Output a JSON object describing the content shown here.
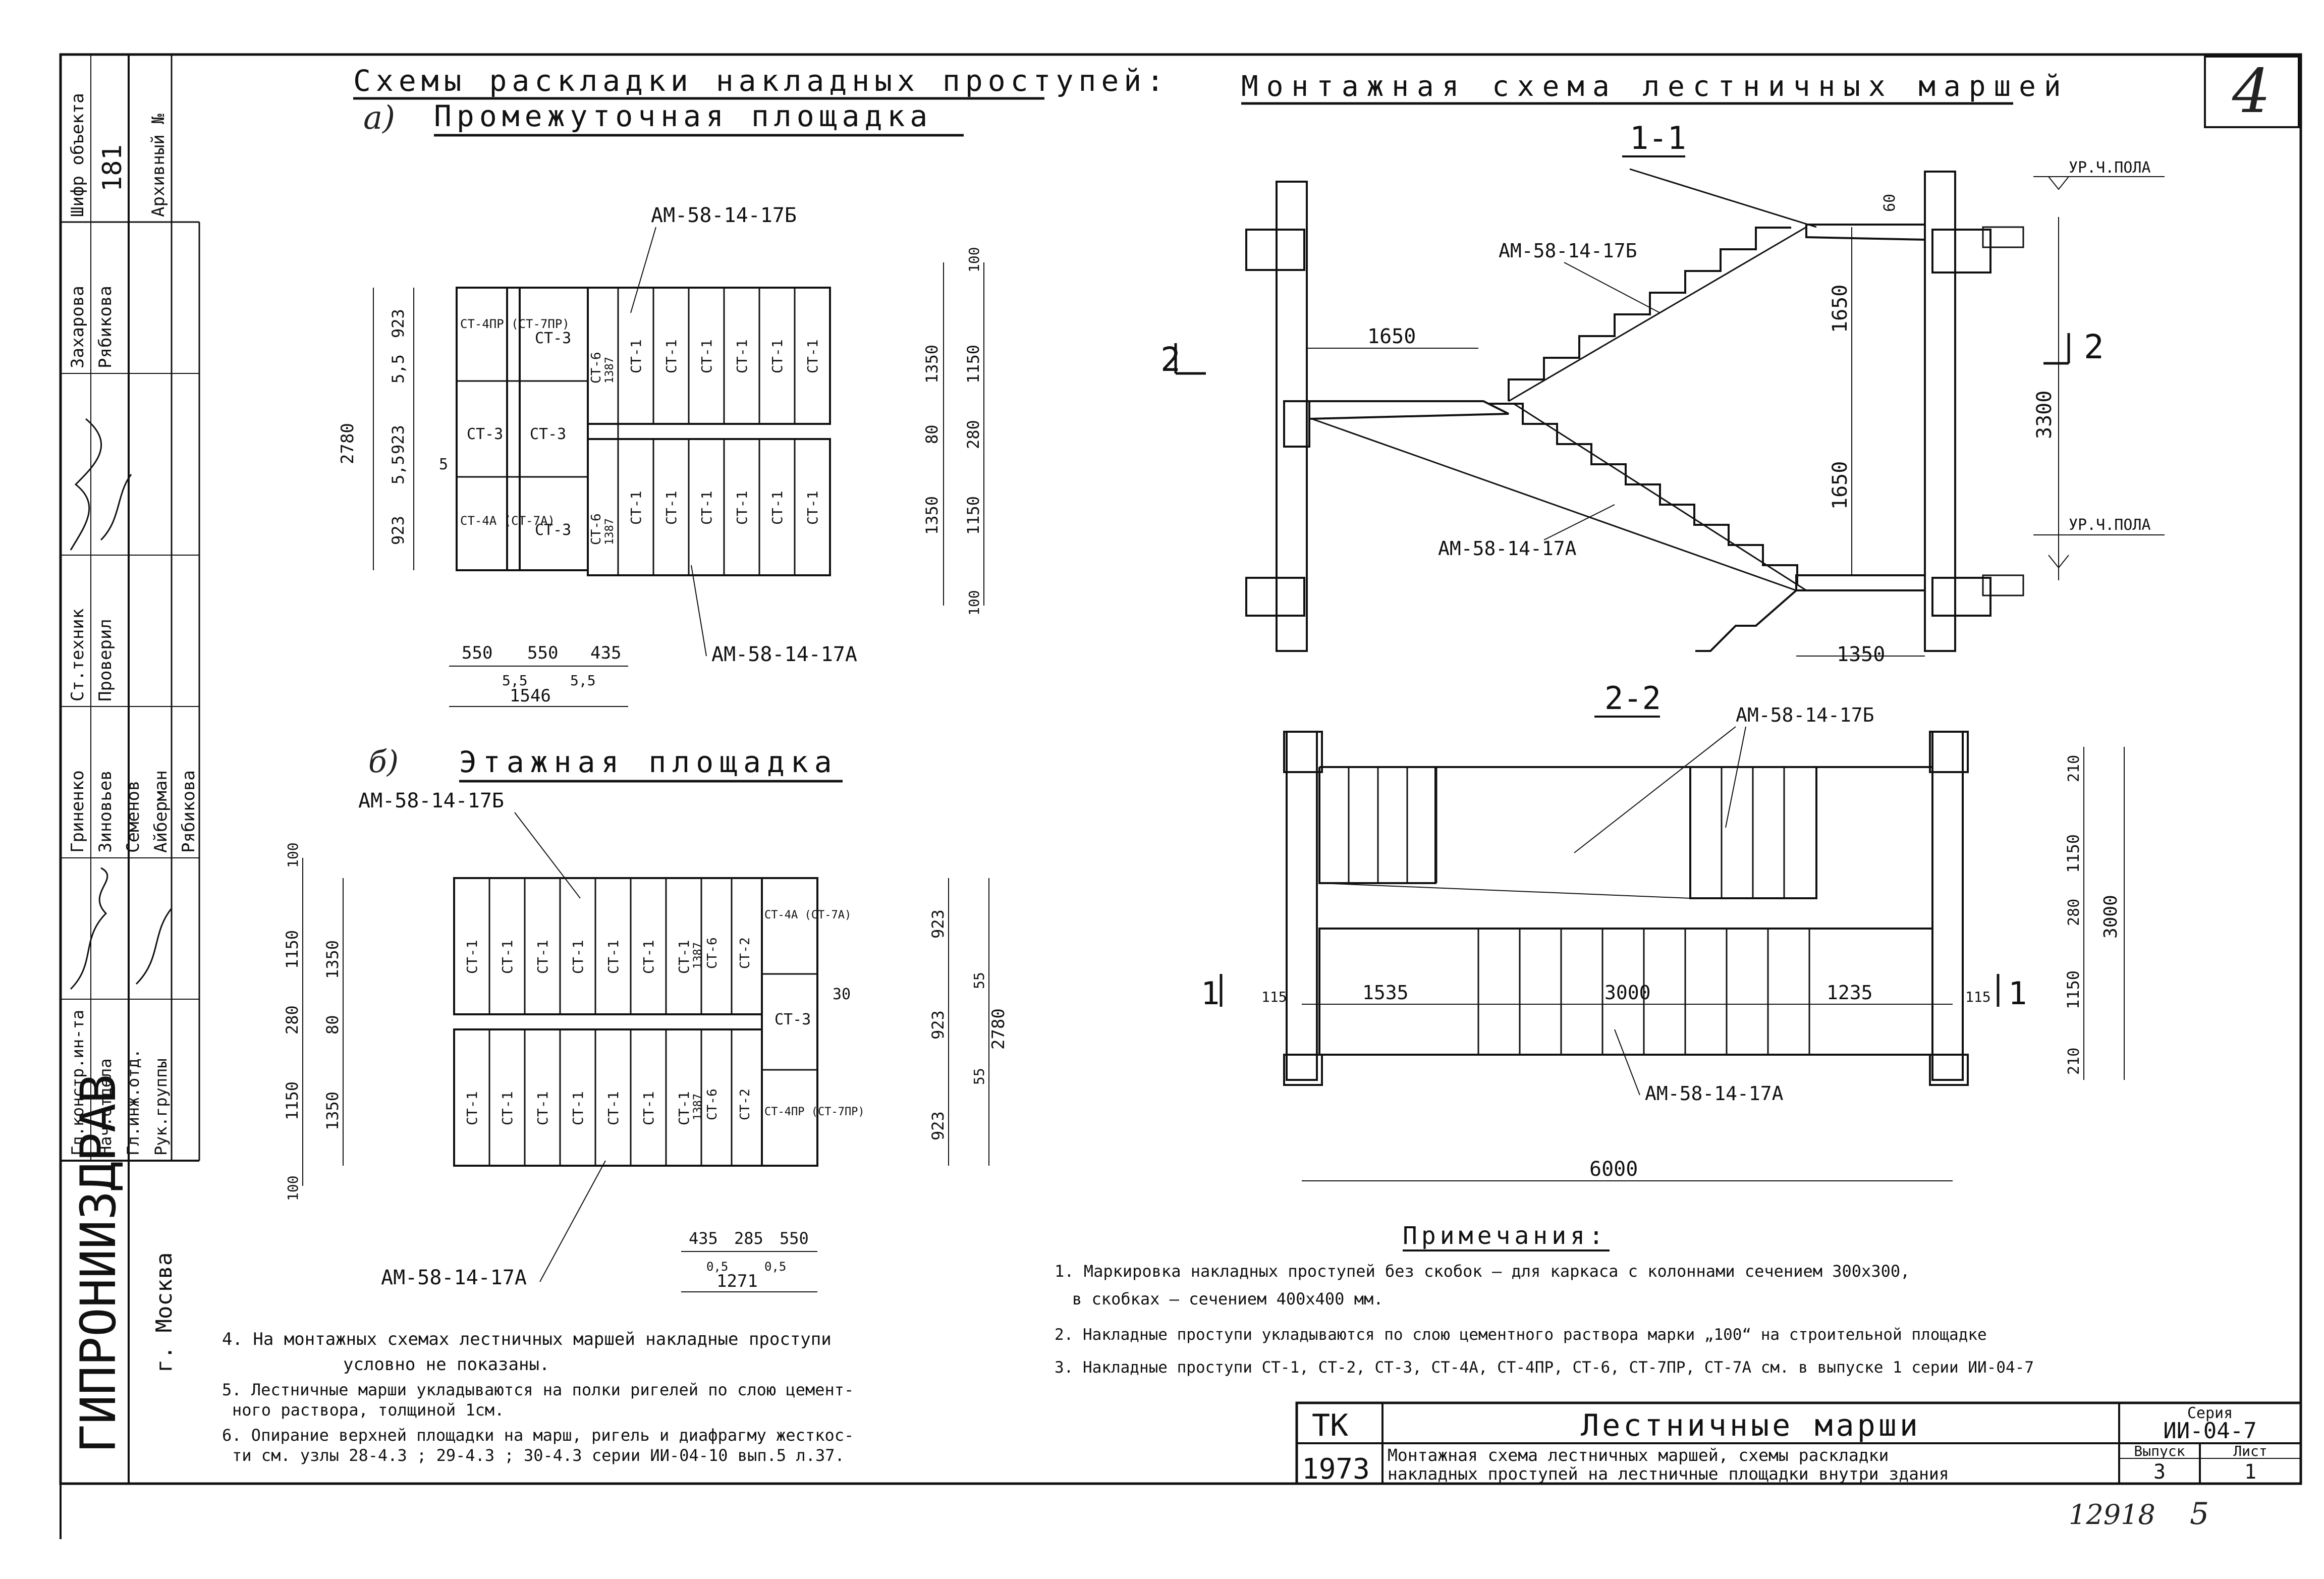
{
  "sheet": {
    "number": "4",
    "stamp_bottom_left": "12918",
    "stamp_bottom_right": "5"
  },
  "left_strip": {
    "org": "ГИПРОНИИЗДРАВ",
    "city": "г. Москва",
    "archive_label": "Архивный №",
    "object_code_label": "Шифр объекта",
    "object_code": "181",
    "roles": [
      "Гл.констр.ин-та",
      "Нач.отдела",
      "Гл.инж.отд.",
      "Рук.группы"
    ],
    "role_names": [
      "Гриненко",
      "Зиновьев",
      "Семенов",
      "Айберман"
    ],
    "role_names_b": [
      "Рябикова"
    ],
    "tech_label": "Ст.техник",
    "checked_label": "Проверил",
    "names_top": [
      "Захарова",
      "Рябикова"
    ]
  },
  "left_section": {
    "title": "Схемы раскладки накладных проступей:",
    "sub_a_marker": "а)",
    "sub_a": "Промежуточная площадка",
    "sub_b_marker": "б)",
    "sub_b": "Этажная площадка",
    "labels": {
      "am_top_b": "АМ-58-14-17Б",
      "am_bot_a": "АМ-58-14-17А",
      "am_top_b2": "АМ-58-14-17Б",
      "am_bot_a2": "АМ-58-14-17А"
    },
    "plan_a": {
      "cells_left": [
        "СТ-4ПР (СТ-7ПР)",
        "СТ-3",
        "СТ-3",
        "СТ-3",
        "СТ-4А (СТ-7А)",
        "СТ-3"
      ],
      "st6_label": "СТ-6",
      "st6_num": "1387",
      "st1": "СТ-1",
      "dims_left": [
        "923",
        "5,5",
        "923",
        "5,5",
        "923"
      ],
      "dim_total_left": "2780",
      "dims_right": [
        "1350",
        "80",
        "1350"
      ],
      "dims_right2": [
        "100",
        "1150",
        "280",
        "1150",
        "100"
      ],
      "dims_bottom": [
        "550",
        "550",
        "435"
      ],
      "dims_bottom_small": [
        "5,5",
        "5,5"
      ],
      "dim_total_bottom": "1546",
      "dim_5": "5"
    },
    "plan_b": {
      "cells_right": [
        "СТ-4А (СТ-7А)",
        "СТ-3",
        "СТ-4ПР (СТ-7ПР)"
      ],
      "st1": "СТ-1",
      "st2": "СТ-2",
      "st6_label": "СТ-6",
      "st6_num": "1387",
      "dims_left": [
        "100",
        "1150",
        "280",
        "1150",
        "100"
      ],
      "dims_left2": [
        "1350",
        "80",
        "1350"
      ],
      "dims_right": [
        "923",
        "55",
        "923",
        "55",
        "923"
      ],
      "dim_total_right": "2780",
      "dims_bottom": [
        "435",
        "285",
        "550"
      ],
      "dims_bottom_small": [
        "0,5",
        "0,5"
      ],
      "dim_total_bottom": "1271",
      "dim_30": "30"
    }
  },
  "right_section": {
    "title": "Монтажная схема лестничных маршей",
    "section_11": "1-1",
    "section_22": "2-2",
    "cut_2": "2",
    "cut_1": "1",
    "labels": {
      "am_b": "АМ-58-14-17Б",
      "am_a": "АМ-58-14-17А",
      "floor": "УР.Ч.ПОЛА"
    },
    "dims_11": [
      "1650",
      "1650",
      "1650",
      "3300",
      "1350",
      "60"
    ],
    "dims_22": {
      "left": "1535",
      "mid": "3000",
      "right": "1235",
      "total": "6000",
      "side": [
        "115",
        "115"
      ],
      "right_dims": [
        "210",
        "1150",
        "280",
        "1150",
        "210"
      ],
      "right_total": "3000"
    }
  },
  "notes_right": {
    "title": "Примечания:",
    "items": [
      "1. Маркировка накладных проступей без скобок – для каркаса с колоннами сечением 300х300,",
      "в скобках – сечением 400х400 мм.",
      "2. Накладные проступи укладываются по слою цементного раствора марки „100“ на строительной площадке",
      "3. Накладные проступи СТ-1, СТ-2, СТ-3, СТ-4А, СТ-4ПР, СТ-6, СТ-7ПР, СТ-7А см. в выпуске 1 серии ИИ-04-7"
    ]
  },
  "notes_left": {
    "items": [
      "4. На монтажных схемах лестничных маршей накладные проступи",
      "условно не показаны.",
      "5. Лестничные марши укладываются на полки ригелей по слою цемент-",
      "ного раствора, толщиной 1см.",
      "6. Опирание верхней площадки на марш, ригель и диафрагму жесткос-",
      "ти см. узлы 28-4.3 ; 29-4.3 ; 30-4.3 серии ИИ-04-10 вып.5 л.37."
    ]
  },
  "title_block": {
    "tk": "ТК",
    "year": "1973",
    "title": "Лестничные марши",
    "subtitle_1": "Монтажная схема лестничных маршей, схемы раскладки",
    "subtitle_2": "накладных проступей на лестничные площадки внутри здания",
    "series_label": "Серия",
    "series": "ИИ-04-7",
    "issue_label": "Выпуск",
    "issue": "3",
    "sheet_label": "Лист",
    "sheet": "1"
  }
}
